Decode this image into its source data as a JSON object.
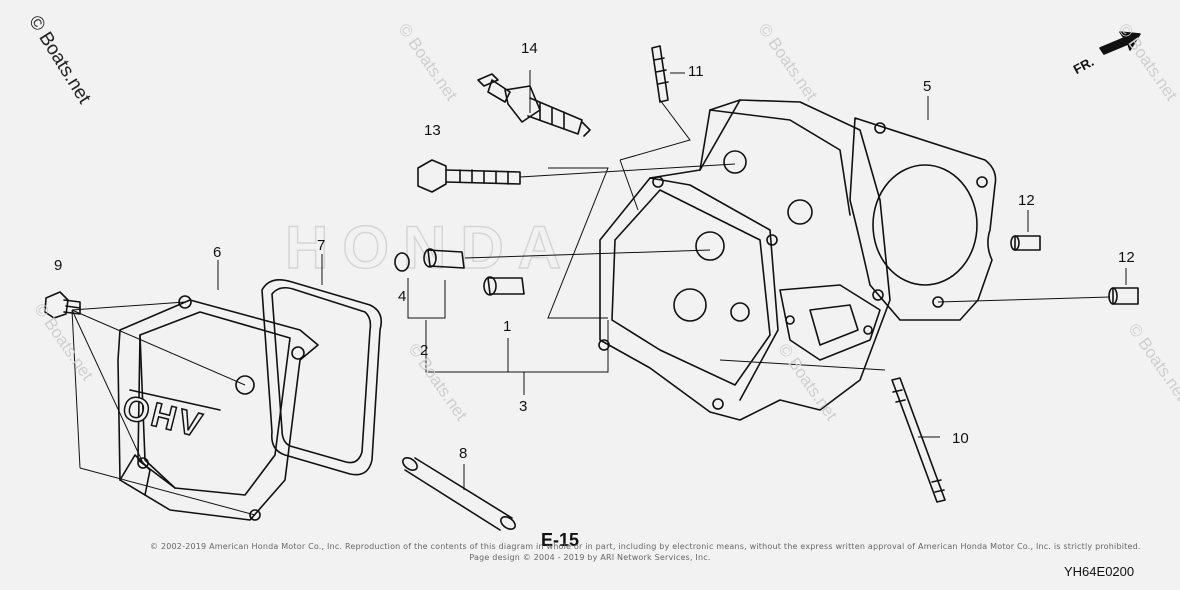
{
  "watermarks": {
    "main": "© Boats.net",
    "faint": "© Boats.net"
  },
  "background_text": "HONDA",
  "direction_label": "FR.",
  "callouts": {
    "c1": "1",
    "c2": "2",
    "c3": "3",
    "c4": "4",
    "c5": "5",
    "c6": "6",
    "c7": "7",
    "c8": "8",
    "c9": "9",
    "c10": "10",
    "c11": "11",
    "c12a": "12",
    "c12b": "12",
    "c13": "13",
    "c14": "14"
  },
  "cover_emboss": "OHV",
  "reference": "E-15",
  "diagram_code": "YH64E0200",
  "copyright": {
    "line1": "© 2002-2019 American Honda Motor Co., Inc. Reproduction of the contents of this diagram in whole or in part, including by electronic means, without the express written approval of American Honda Motor Co., Inc. is strictly prohibited.",
    "line2": "Page design © 2004 - 2019 by ARI Network Services, Inc."
  },
  "colors": {
    "background": "#f2f2f2",
    "line": "#111111",
    "watermark": "#cfcfcf"
  }
}
